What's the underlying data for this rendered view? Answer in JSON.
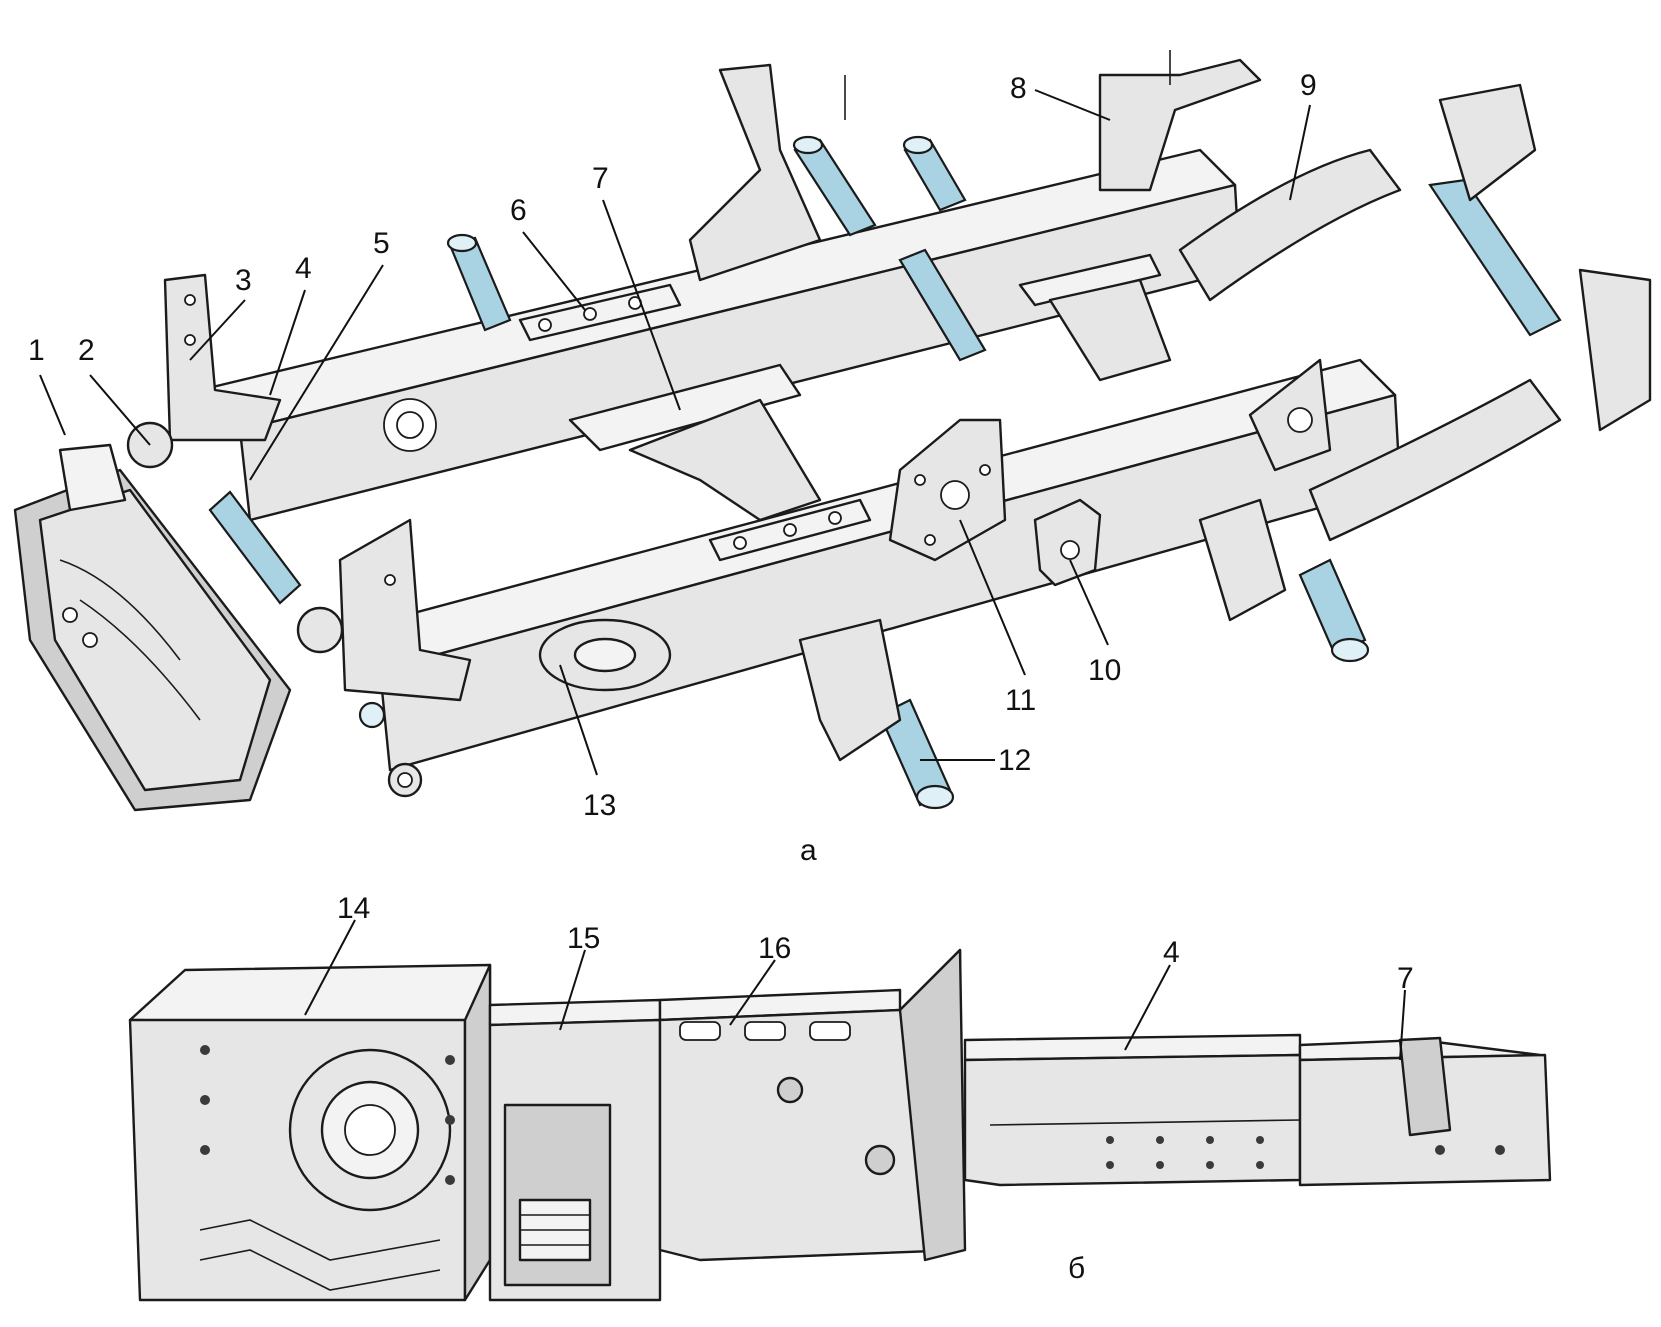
{
  "colors": {
    "frame_fill": "#e6e6e6",
    "frame_light": "#f3f3f3",
    "frame_dark": "#cfcfcf",
    "axle_blue": "#a9d3e3",
    "outline": "#1b1b1b"
  },
  "views": {
    "a": {
      "caption": "а"
    },
    "b": {
      "caption": "б"
    }
  },
  "callouts": [
    {
      "id": "1",
      "text": "1"
    },
    {
      "id": "2",
      "text": "2"
    },
    {
      "id": "3",
      "text": "3"
    },
    {
      "id": "4",
      "text": "4"
    },
    {
      "id": "5",
      "text": "5"
    },
    {
      "id": "6",
      "text": "6"
    },
    {
      "id": "7",
      "text": "7"
    },
    {
      "id": "8",
      "text": "8"
    },
    {
      "id": "9",
      "text": "9"
    },
    {
      "id": "10",
      "text": "10"
    },
    {
      "id": "11",
      "text": "11"
    },
    {
      "id": "12",
      "text": "12"
    },
    {
      "id": "13",
      "text": "13"
    },
    {
      "id": "14",
      "text": "14"
    },
    {
      "id": "15",
      "text": "15"
    },
    {
      "id": "16",
      "text": "16"
    },
    {
      "id": "4b",
      "text": "4"
    },
    {
      "id": "7b",
      "text": "7"
    }
  ]
}
